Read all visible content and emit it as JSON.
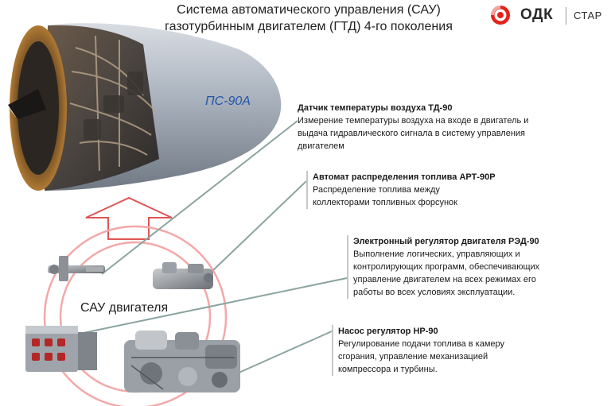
{
  "title": {
    "line1": "Система автоматического управления (САУ)",
    "line2": "газотурбинным двигателем (ГТД) 4-го поколения"
  },
  "logo": {
    "name": "ОДК",
    "subtitle": "СТАР",
    "color": "#e2231a"
  },
  "engine": {
    "marking": "ПС-90А"
  },
  "sau_label": "САУ двигателя",
  "components": [
    {
      "heading": "Датчик температуры воздуха ТД-90",
      "text": "Измерение температуры воздуха на входе в двигатель и\nвыдача гидравлического сигнала в систему управления\nдвигателем"
    },
    {
      "heading": "Автомат распределения топлива АРТ-90Р",
      "text": "Распределение топлива между\nколлекторами топливных форсунок"
    },
    {
      "heading": "Электронный регулятор двигателя РЭД-90",
      "text": "Выполнение логических, управляющих и\nконтролирующих программ, обеспечивающих\nуправление двигателем на всех режимах его\nработы во всех условиях эксплуатации."
    },
    {
      "heading": "Насос  регулятор НР-90",
      "text": "Регулирование подачи топлива в камеру\nсгорания, управление механизацией\nкомпрессора и турбины."
    }
  ],
  "colors": {
    "connector": "#8aa4a0",
    "circle": "#f3a8a8",
    "arrow": "#e05555"
  }
}
